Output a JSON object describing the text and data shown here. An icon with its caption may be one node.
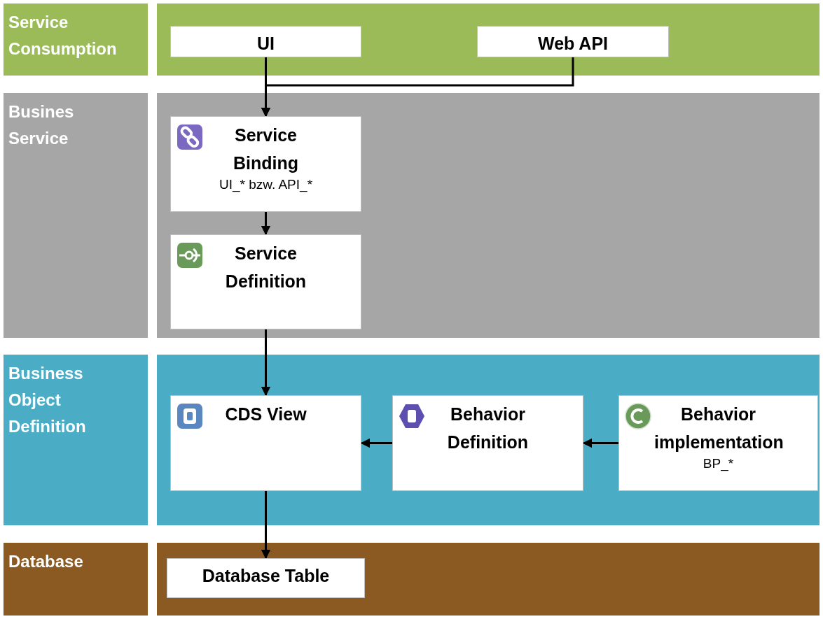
{
  "diagram": {
    "nodes": [
      {
        "text": [
          "Service Consumption"
        ]
      },
      {
        "text": [],
        "shape": "box"
      },
      {
        "text": [
          "UI"
        ],
        "in": 1
      },
      {
        "text": [
          "Web API"
        ],
        "in": 1
      },
      {
        "text": [
          "Busines Service"
        ]
      },
      {
        "text": [],
        "shape": "box"
      },
      {
        "text": [
          "Service Binding",
          "UI_* bzw. API_*"
        ],
        "in": 5
      },
      {
        "text": [
          "Service Definition"
        ],
        "in": 5
      },
      {
        "text": [
          "Business Object Definition"
        ]
      },
      {
        "text": [],
        "shape": "box"
      },
      {
        "text": [
          "CDS View"
        ],
        "in": 9
      },
      {
        "text": [
          "Behavior Definition"
        ],
        "in": 9
      },
      {
        "text": [
          "Behavior implementation",
          "BP_*"
        ],
        "in": 9
      },
      {
        "text": [
          "Database"
        ]
      },
      {
        "text": [],
        "shape": "box"
      },
      {
        "text": [
          "Database Table"
        ],
        "in": 14
      }
    ],
    "edges": [
      {
        "from": 2,
        "to": 6,
        "arrow": "to"
      },
      {
        "from": 3,
        "to": 6,
        "arrow": "to"
      },
      {
        "from": 6,
        "to": 7,
        "arrow": "to"
      },
      {
        "from": 7,
        "to": 10,
        "arrow": "to"
      },
      {
        "from": 11,
        "to": 10,
        "arrow": "to"
      },
      {
        "from": 12,
        "to": 11,
        "arrow": "to"
      },
      {
        "from": 10,
        "to": 15,
        "arrow": "to"
      }
    ]
  }
}
